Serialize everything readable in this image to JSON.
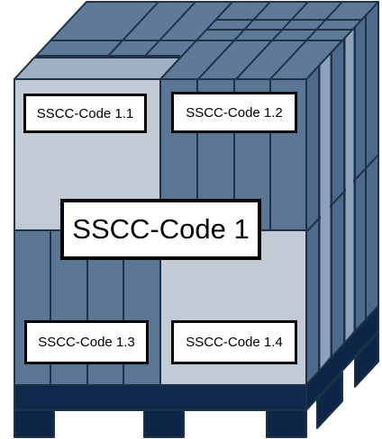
{
  "labels": {
    "main": "SSCC-Code 1",
    "box_1_1": "SSCC-Code 1.1",
    "box_1_2": "SSCC-Code 1.2",
    "box_1_3": "SSCC-Code 1.3",
    "box_1_4": "SSCC-Code 1.4"
  },
  "colors": {
    "outline": "#1f3147",
    "top_face": "#5f7a98",
    "side_face": "#4e6a8b",
    "front_light": "#c2cbd5",
    "front_dark": "#5b7595",
    "pallet_deck": "#0f2a4d",
    "pallet_block": "#0d2547"
  }
}
